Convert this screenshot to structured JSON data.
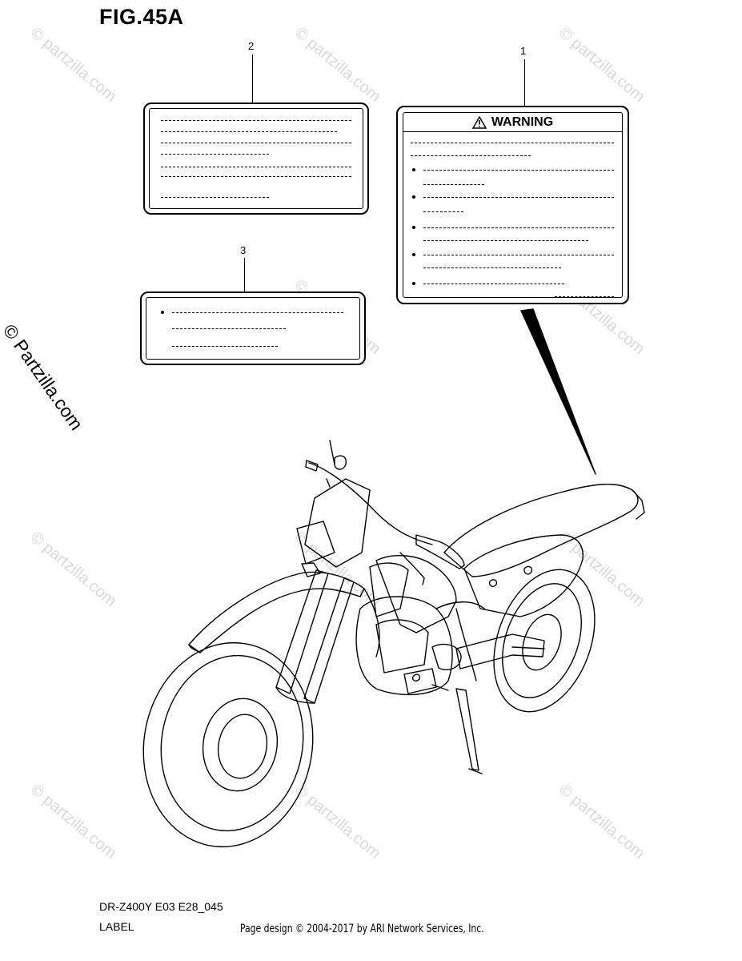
{
  "figure": {
    "title": "FIG.45A",
    "part_numbers": [
      "1",
      "2",
      "3"
    ],
    "warning_heading": "WARNING"
  },
  "watermark": {
    "side_text": "© Partzilla.com",
    "repeat_text": "© partzilla.com"
  },
  "footer": {
    "model_code": "DR-Z400Y E03 E28_045",
    "caption": "LABEL",
    "copyright": "Page design © 2004-2017 by ARI Network Services, Inc."
  },
  "icons": {
    "warning": "warning-triangle-icon"
  }
}
